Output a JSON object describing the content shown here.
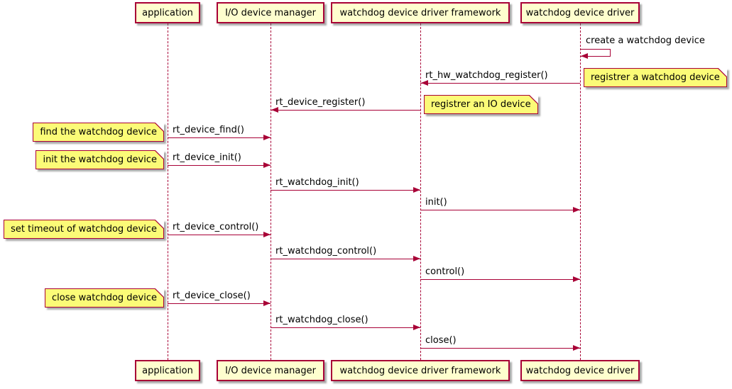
{
  "diagram": {
    "participants": [
      {
        "id": "app",
        "label": "application"
      },
      {
        "id": "iom",
        "label": "I/O device manager"
      },
      {
        "id": "fw",
        "label": "watchdog device driver framework"
      },
      {
        "id": "drv",
        "label": "watchdog device driver"
      }
    ],
    "messages": [
      {
        "label": "create a watchdog device",
        "from": "drv",
        "to": "drv",
        "kind": "self"
      },
      {
        "label": "rt_hw_watchdog_register()",
        "from": "drv",
        "to": "fw",
        "kind": "arrow"
      },
      {
        "label": "rt_device_register()",
        "from": "fw",
        "to": "iom",
        "kind": "arrow"
      },
      {
        "label": "rt_device_find()",
        "from": "app",
        "to": "iom",
        "kind": "arrow"
      },
      {
        "label": "rt_device_init()",
        "from": "app",
        "to": "iom",
        "kind": "arrow"
      },
      {
        "label": "rt_watchdog_init()",
        "from": "iom",
        "to": "fw",
        "kind": "arrow"
      },
      {
        "label": "init()",
        "from": "fw",
        "to": "drv",
        "kind": "arrow"
      },
      {
        "label": "rt_device_control()",
        "from": "app",
        "to": "iom",
        "kind": "arrow"
      },
      {
        "label": "rt_watchdog_control()",
        "from": "iom",
        "to": "fw",
        "kind": "arrow"
      },
      {
        "label": "control()",
        "from": "fw",
        "to": "drv",
        "kind": "arrow"
      },
      {
        "label": "rt_device_close()",
        "from": "app",
        "to": "iom",
        "kind": "arrow"
      },
      {
        "label": "rt_watchdog_close()",
        "from": "iom",
        "to": "fw",
        "kind": "arrow"
      },
      {
        "label": "close()",
        "from": "fw",
        "to": "drv",
        "kind": "arrow"
      }
    ],
    "notes": [
      {
        "text": "registrer a watchdog device",
        "side": "right",
        "anchor": "drv",
        "message_index": 1
      },
      {
        "text": "registrer an IO device",
        "side": "right",
        "anchor": "fw",
        "message_index": 2
      },
      {
        "text": "find the watchdog device",
        "side": "left",
        "anchor": "app",
        "message_index": 3
      },
      {
        "text": "init the watchdog device",
        "side": "left",
        "anchor": "app",
        "message_index": 4
      },
      {
        "text": "set timeout of watchdog device",
        "side": "left",
        "anchor": "app",
        "message_index": 7
      },
      {
        "text": "close watchdog device",
        "side": "left",
        "anchor": "app",
        "message_index": 10
      }
    ],
    "colors": {
      "participant_fill": "#FEFECE",
      "note_fill": "#FBFB77",
      "border": "#A80036",
      "arrow": "#A80036",
      "text": "#000000",
      "background": "#FFFFFF"
    }
  }
}
